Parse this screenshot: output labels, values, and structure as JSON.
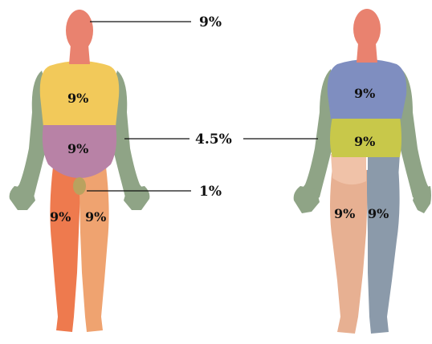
{
  "diagram": {
    "callouts": {
      "head": "9%",
      "arm": "4.5%",
      "genitals": "1%"
    },
    "front": {
      "chest": "9%",
      "abdomen": "9%",
      "right_leg": "9%",
      "left_leg": "9%"
    },
    "back": {
      "upper_back": "9%",
      "lower_back": "9%",
      "right_leg": "9%",
      "left_leg": "9%"
    },
    "colors": {
      "head": "#e9826f",
      "arms": "#8fa486",
      "chest": "#f2c95a",
      "abdomen": "#b882a6",
      "front_right_leg": "#ee7a4e",
      "front_left_leg": "#efa370",
      "upper_back": "#7f8ec0",
      "lower_back": "#c8c84a",
      "back_right_leg": "#e7b092",
      "back_left_leg": "#8b9aaa",
      "buttocks": "#f0c2a8"
    }
  }
}
